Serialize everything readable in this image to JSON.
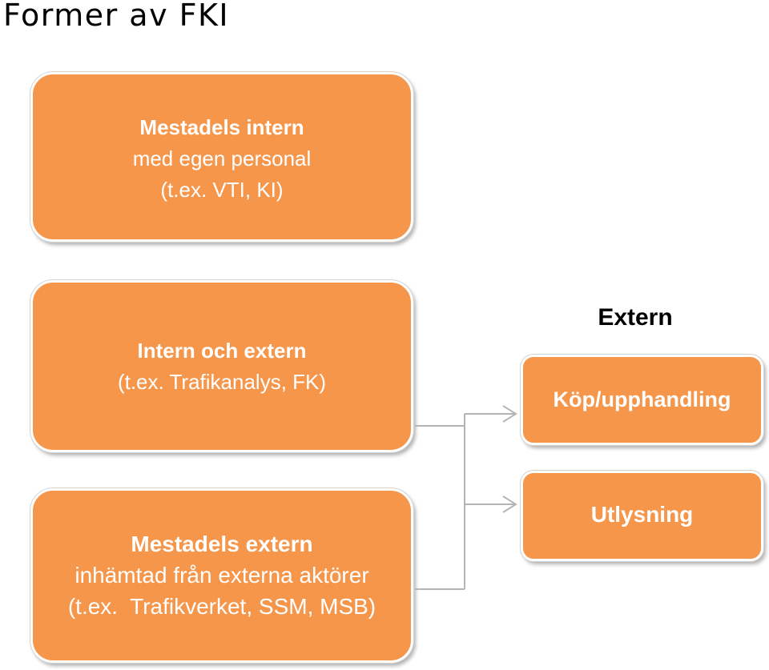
{
  "title": "Former av FKI",
  "boxes": {
    "intern": {
      "heading": "Mestadels intern",
      "line2": "med egen personal",
      "line3": "(t.ex. VTI, KI)"
    },
    "mixed": {
      "heading": "Intern och extern",
      "line2": "(t.ex. Trafikanalys, FK)"
    },
    "extern": {
      "heading": "Mestadels extern",
      "line2": "inhämtad från externa aktörer",
      "line3": "(t.ex.  Trafikverket, SSM, MSB)"
    }
  },
  "extern_group": {
    "label": "Extern",
    "options": [
      "Köp/upphandling",
      "Utlysning"
    ]
  },
  "colors": {
    "box_fill": "#f5964b",
    "box_text": "#ffffff",
    "connector": "#b4b4b4"
  }
}
